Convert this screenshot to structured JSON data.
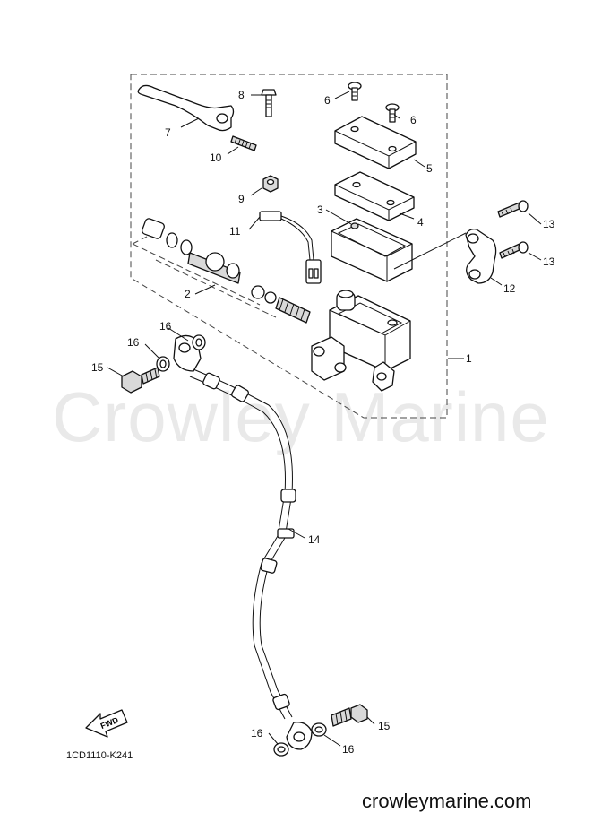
{
  "watermark": "Crowley Marine",
  "site_url": "crowleymarine.com",
  "diagram_code": "1CD1110-K241",
  "fwd_label": "FWD",
  "callouts": {
    "c1": "1",
    "c2": "2",
    "c3": "3",
    "c4": "4",
    "c5": "5",
    "c6a": "6",
    "c6b": "6",
    "c7": "7",
    "c8": "8",
    "c9": "9",
    "c10": "10",
    "c11": "11",
    "c12": "12",
    "c13a": "13",
    "c13b": "13",
    "c14": "14",
    "c15a": "15",
    "c15b": "15",
    "c16a": "16",
    "c16b": "16",
    "c16c": "16",
    "c16d": "16"
  },
  "colors": {
    "line": "#111111",
    "watermark": "#e9e9e9",
    "fill": "#d9d9d9"
  }
}
